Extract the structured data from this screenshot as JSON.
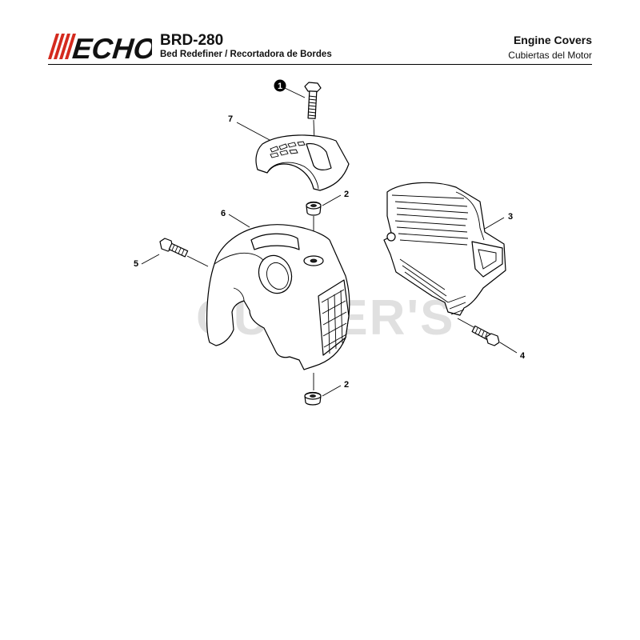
{
  "header": {
    "brand": "ECHO",
    "model": "BRD-280",
    "subtitle": "Bed Redefiner / Recortadora de Bordes",
    "section_title": "Engine Covers",
    "section_subtitle": "Cubiertas del Motor"
  },
  "watermark": "CUTTER'S",
  "callouts": {
    "bolt_top": "1",
    "grommet_upper": "2",
    "grommet_lower": "2",
    "cylinder_cover": "3",
    "bolt_right": "4",
    "bolt_left": "5",
    "engine_cover": "6",
    "top_cover": "7"
  }
}
